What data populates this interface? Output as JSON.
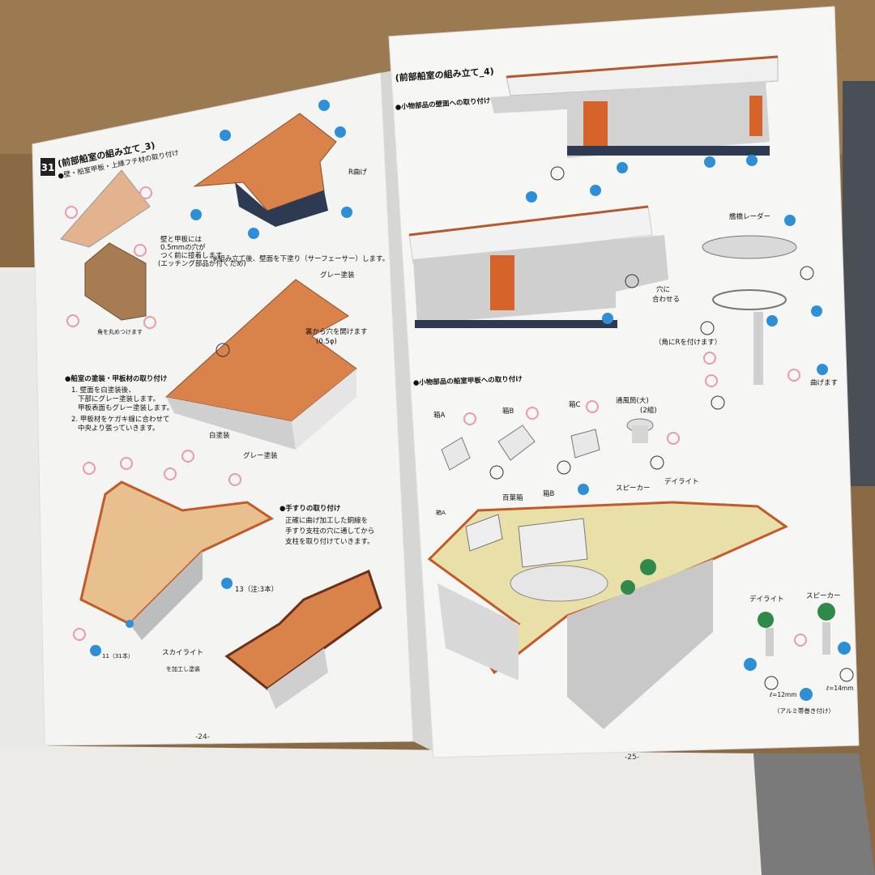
{
  "left_page": {
    "section_number": "31",
    "section_title": "(前部船室の組み立て_3)",
    "subtitle": "●壁・船室甲板・上縁フチ材の取り付け",
    "note_etching": "壁と甲板には",
    "note_etching2": "0.5mmの穴が",
    "note_etching3": "つく前に接着します",
    "note_etching4": "(エッチング部品が付くため)",
    "r_bend": "R曲げ",
    "primer_note": "※組み立て後、壁面を下塗り（サーフェーサー）します。",
    "gray_paint": "グレー塗装",
    "drill_note": "裏から穴を開けます",
    "drill_size": "(0.5φ)",
    "white_paint": "白塗装",
    "gray_paint2": "グレー塗装",
    "paint_heading": "●船室の塗装・甲板材の取り付け",
    "paint_step1": "1. 壁面を白塗装後、",
    "paint_step1b": "下部にグレー塗装します。",
    "paint_step1c": "甲板表面もグレー塗装します。",
    "paint_step2": "2. 甲板材をケガキ線に合わせて",
    "paint_step2b": "中央より張っていきます。",
    "corner_note": "角を丸めつけます",
    "rail_heading": "●手すりの取り付け",
    "rail_text1": "正確に曲げ加工した銅線を",
    "rail_text2": "手すり支柱の穴に通してから",
    "rail_text3": "支柱を取り付けていきます。",
    "rail_count": "13（注:3本）",
    "post_count": "11（31本）",
    "skylight": "スカイライト",
    "skylight_note": "を加工し塗装",
    "page_number": "-24-"
  },
  "right_page": {
    "section_title": "(前部船室の組み立て_4)",
    "subtitle": "●小物部品の壁面への取り付け",
    "radar": "艦橋レーダー",
    "hole_align1": "穴に",
    "hole_align2": "合わせる",
    "r_corner": "（角にRを付けます）",
    "bend": "曲げます",
    "deck_heading": "●小物部品の船室甲板への取り付け",
    "box_a": "箱A",
    "box_b": "箱B",
    "box_c": "箱C",
    "vent": "通風筒(大)",
    "vent_count": "(2組)",
    "lifebox": "百葉箱",
    "box_b2": "箱B",
    "speaker": "スピーカー",
    "daylight": "デイライト",
    "box_a2": "箱A",
    "daylight2": "デイライト",
    "speaker2": "スピーカー",
    "len1": "ℓ=12mm",
    "len2": "ℓ=14mm",
    "aluminum": "（アルミ帯巻き付け）",
    "page_number": "-25-"
  },
  "colors": {
    "table": "#8a6a45",
    "paper": "#f4f4f2",
    "wood": "#d9824a",
    "deck_light": "#e9dfa8",
    "wall_gray": "#c9c9c9",
    "dark_blue": "#2e3a52",
    "blue_badge": "#2f8fd6",
    "pink_badge": "#e79ab0",
    "green_part": "#2f8a4a",
    "orange_door": "#d5632a"
  }
}
